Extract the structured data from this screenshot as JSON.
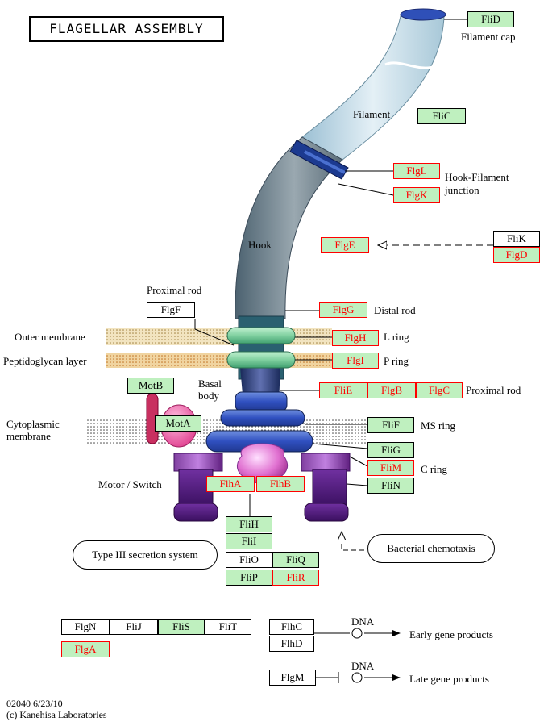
{
  "title": "FLAGELLAR ASSEMBLY",
  "labels": {
    "filament_cap": "Filament cap",
    "filament": "Filament",
    "hook": "Hook",
    "hook_filament": "Hook-Filament",
    "junction": "junction",
    "proximal_rod_top": "Proximal rod",
    "distal_rod": "Distal rod",
    "outer_membrane": "Outer membrane",
    "l_ring": "L ring",
    "peptidoglycan": "Peptidoglycan layer",
    "p_ring": "P ring",
    "basal": "Basal",
    "body": "body",
    "proximal_rod_right": "Proximal rod",
    "cytoplasmic": "Cytoplasmic",
    "membrane": "membrane",
    "ms_ring": "MS ring",
    "c_ring": "C ring",
    "motor_switch": "Motor / Switch",
    "type3": "Type III secretion system",
    "chemotaxis": "Bacterial chemotaxis",
    "dna1": "DNA",
    "early": "Early gene products",
    "dna2": "DNA",
    "late": "Late gene products"
  },
  "genes": {
    "FliD": "FliD",
    "FliC": "FliC",
    "FlgL": "FlgL",
    "FlgK": "FlgK",
    "FliK": "FliK",
    "FlgD": "FlgD",
    "FlgE": "FlgE",
    "FlgF": "FlgF",
    "FlgG": "FlgG",
    "FlgH": "FlgH",
    "FlgI": "FlgI",
    "MotB": "MotB",
    "MotA": "MotA",
    "FliE": "FliE",
    "FlgB": "FlgB",
    "FlgC": "FlgC",
    "FliF": "FliF",
    "FliG": "FliG",
    "FliM": "FliM",
    "FliN": "FliN",
    "FlhA": "FlhA",
    "FlhB": "FlhB",
    "FliH": "FliH",
    "FliI": "FliI",
    "FliO": "FliO",
    "FliQ": "FliQ",
    "FliP": "FliP",
    "FliR": "FliR",
    "FlgN": "FlgN",
    "FliJ": "FliJ",
    "FliS": "FliS",
    "FliT": "FliT",
    "FlgA": "FlgA",
    "FlhC": "FlhC",
    "FlhD": "FlhD",
    "FlgM": "FlgM"
  },
  "footer": {
    "line1": "02040 6/23/10",
    "line2": "(c) Kanehisa Laboratories"
  },
  "colors": {
    "found": "#bff0bf",
    "highlight": "#ff0000"
  }
}
